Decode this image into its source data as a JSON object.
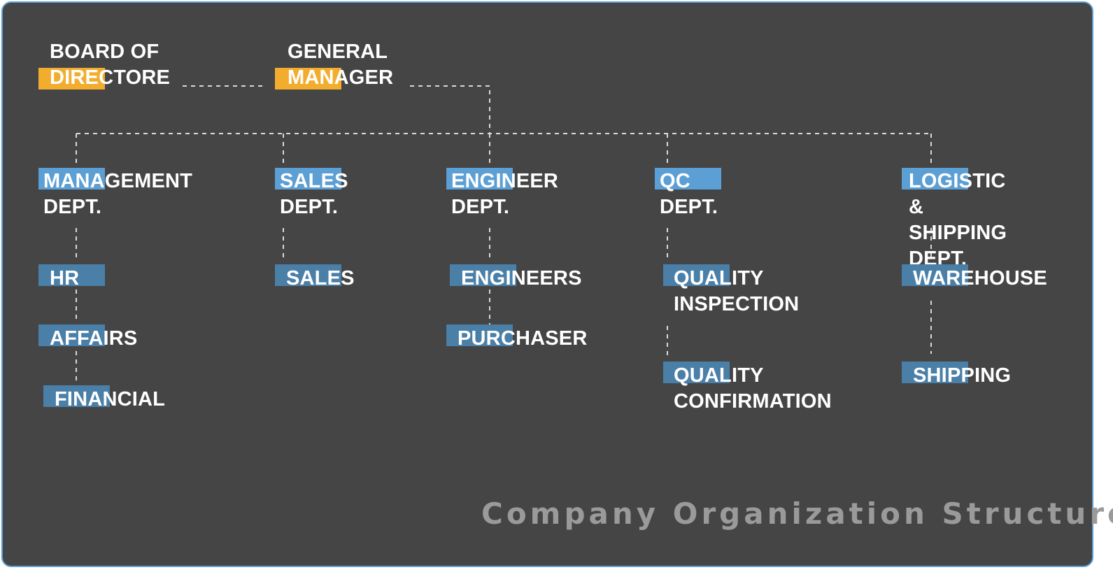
{
  "colors": {
    "background": "#454545",
    "border": "#5b9fd4",
    "executive_highlight": "#f2ad2f",
    "department_highlight": "#5b9fd4",
    "unit_highlight": "#4a7fa8",
    "connector": "#d9d9d9",
    "caption": "#9a9a9a"
  },
  "executives": {
    "board": "BOARD OF\nDIRECTORE",
    "general_manager": "GENERAL\nMANAGER"
  },
  "departments": {
    "management": "MANAGEMENT\nDEPT.",
    "sales": "SALES\nDEPT.",
    "engineer": "ENGINEER\nDEPT.",
    "qc": "QC\nDEPT.",
    "logistic": "LOGISTIC &\nSHIPPING DEPT."
  },
  "units": {
    "hr": "HR",
    "affairs": "AFFAIRS",
    "financial": "FINANCIAL",
    "sales": "SALES",
    "engineers": "ENGINEERS",
    "purchaser": "PURCHASER",
    "quality_inspection": "QUALITY\nINSPECTION",
    "quality_confirmation": "QUALITY\nCONFIRMATION",
    "warehouse": "WAREHOUSE",
    "shipping": "SHIPPING"
  },
  "caption": "Company Organization Structure"
}
